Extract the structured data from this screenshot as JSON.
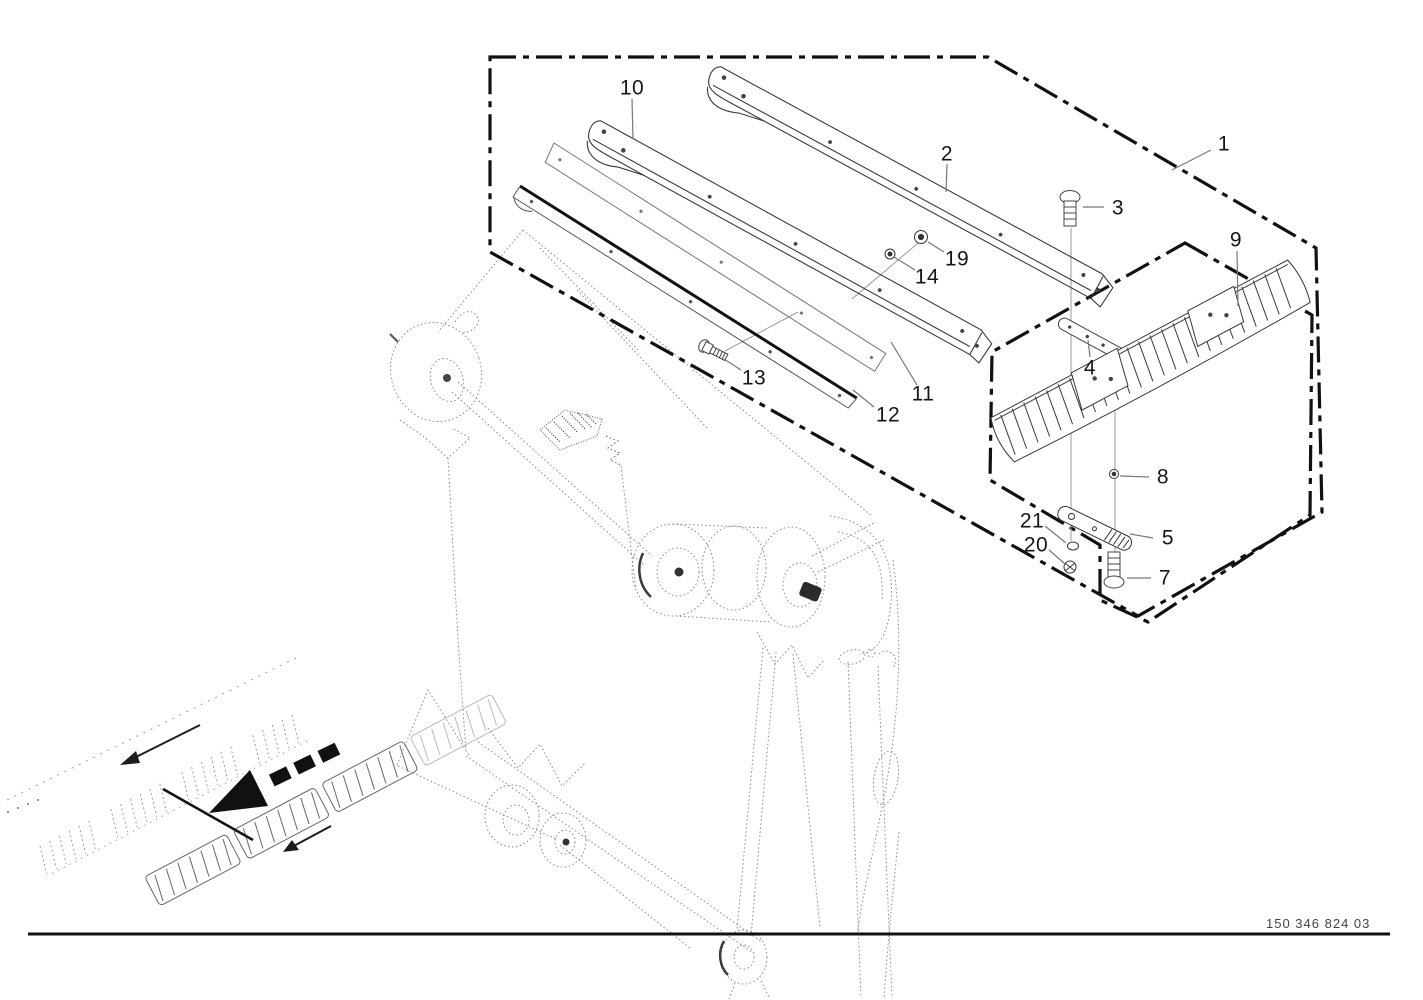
{
  "diagram": {
    "reference_number": "150 346 824 03",
    "colors": {
      "background": "#ffffff",
      "ink": "#111111",
      "leader": "#777777",
      "faint_machine": "#8f8f8f"
    },
    "icons": {
      "large_direction_arrow": "◀",
      "small_direction_arrow": "←",
      "chain_direction_arrow": "←"
    }
  },
  "callouts": [
    {
      "label": "1"
    },
    {
      "label": "2"
    },
    {
      "label": "3"
    },
    {
      "label": "4"
    },
    {
      "label": "5"
    },
    {
      "label": "7"
    },
    {
      "label": "8"
    },
    {
      "label": "9"
    },
    {
      "label": "10"
    },
    {
      "label": "11"
    },
    {
      "label": "12"
    },
    {
      "label": "13"
    },
    {
      "label": "14"
    },
    {
      "label": "19"
    },
    {
      "label": "20"
    },
    {
      "label": "21"
    }
  ]
}
